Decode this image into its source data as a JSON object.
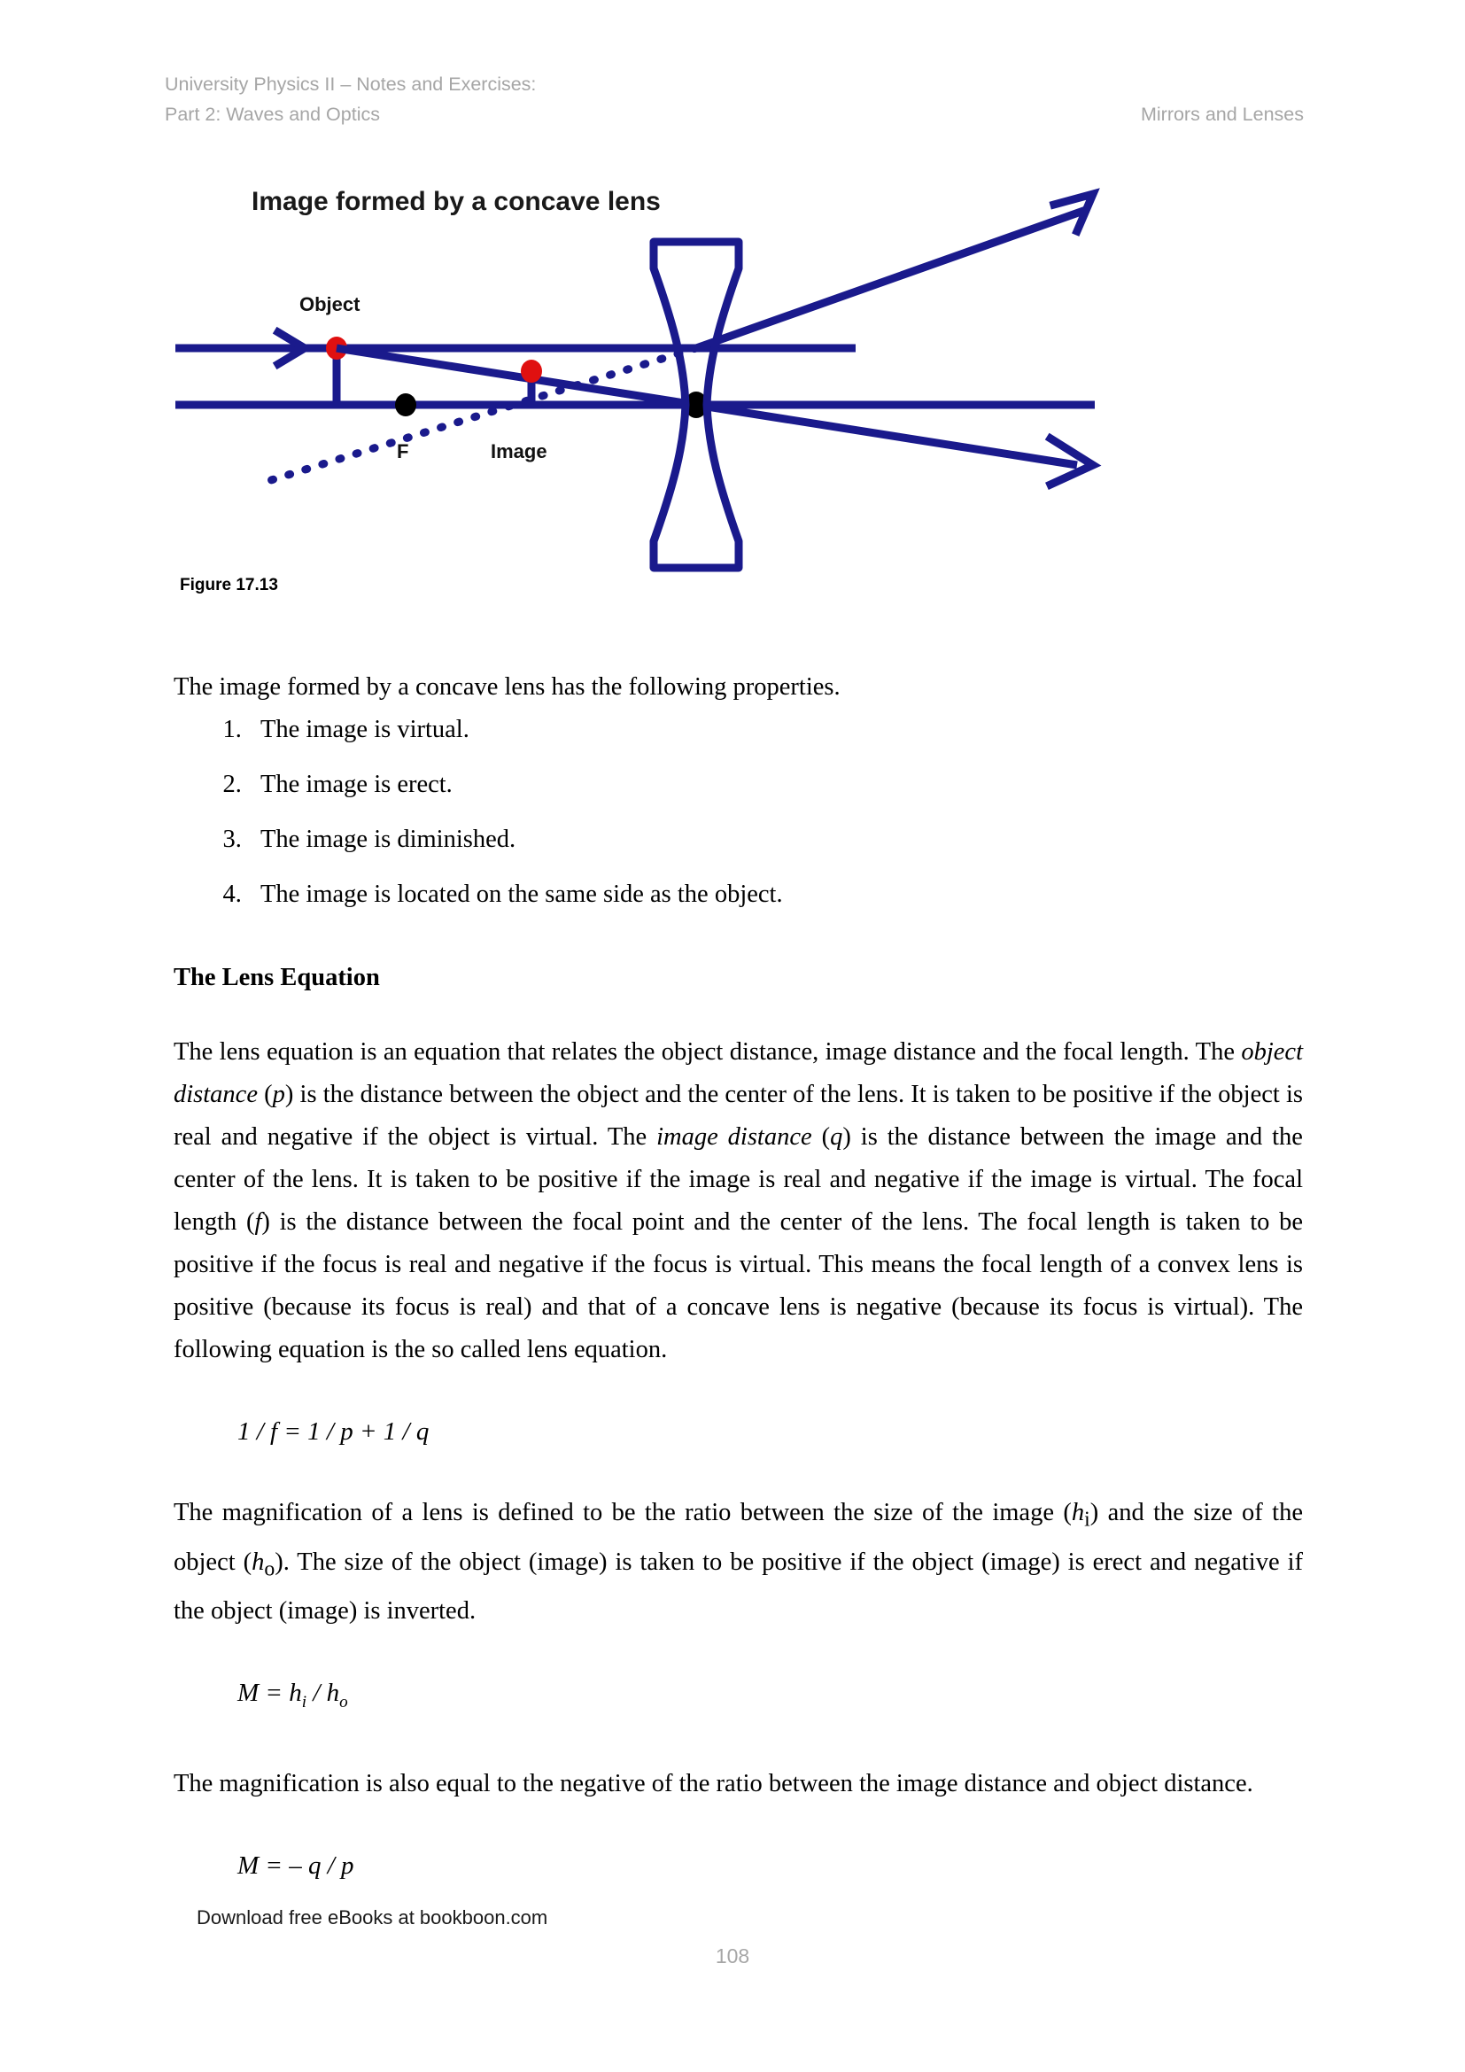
{
  "header": {
    "left_line1": "University Physics II – Notes and Exercises:",
    "left_line2": "Part 2: Waves and Optics",
    "right": "Mirrors and Lenses"
  },
  "figure": {
    "title": "Image formed by a concave lens",
    "caption": "Figure 17.13",
    "labels": {
      "object": "Object",
      "focal_point": "F",
      "image": "Image"
    },
    "colors": {
      "ray": "#1a1a8c",
      "point_marker": "#e01010",
      "focal_marker": "#000000"
    }
  },
  "body": {
    "lead": "The image formed by a concave lens has the following properties.",
    "properties": [
      "The image is virtual.",
      "The image is erect.",
      "The image is diminished.",
      "The image is located on the same side as the object."
    ],
    "section_title": "The Lens Equation",
    "paragraph_1_a": "The lens equation is an equation that relates the object distance, image distance and the focal length. The ",
    "paragraph_1_em1": "object distance",
    "paragraph_1_b": " (",
    "paragraph_1_var1": "p",
    "paragraph_1_c": ") is the distance between the object and the center of the lens. It is taken to be positive if the object is real and negative if the object is virtual. The ",
    "paragraph_1_em2": "image distance",
    "paragraph_1_d": " (",
    "paragraph_1_var2": "q",
    "paragraph_1_e": ") is the distance between the image and the center of the lens. It is taken to be positive if the image is real and negative if the image is virtual. The focal length (",
    "paragraph_1_var3": "f",
    "paragraph_1_f": ") is the distance between the focal point and the center of the lens. The focal length is taken to be positive if the focus is real and negative if the focus is virtual. This means the focal length of a convex lens is positive (because its focus is real) and that of a concave lens is negative (because its focus is virtual). The following equation is the so called lens equation.",
    "lens_equation": "1 / f = 1 / p + 1 / q",
    "paragraph_2_a": "The magnification of a lens is defined to be the ratio between the size of the image (",
    "paragraph_2_var1": "h",
    "paragraph_2_sub1": "i",
    "paragraph_2_b": ") and the size of the object (",
    "paragraph_2_var2": "h",
    "paragraph_2_sub2": "o",
    "paragraph_2_c": "). The size of the object (image) is taken to be positive if the object (image) is erect and negative if the object (image) is inverted.",
    "magnification_equation_1_lead": "M = h",
    "magnification_equation_1_sub1": "i",
    "magnification_equation_1_mid": " / h",
    "magnification_equation_1_sub2": "o",
    "paragraph_3": "The magnification is also equal to the negative of the ratio between the image distance and object distance.",
    "magnification_equation_2": "M = – q / p"
  },
  "footer": {
    "note": "Download free eBooks at bookboon.com",
    "page_number": "108"
  }
}
